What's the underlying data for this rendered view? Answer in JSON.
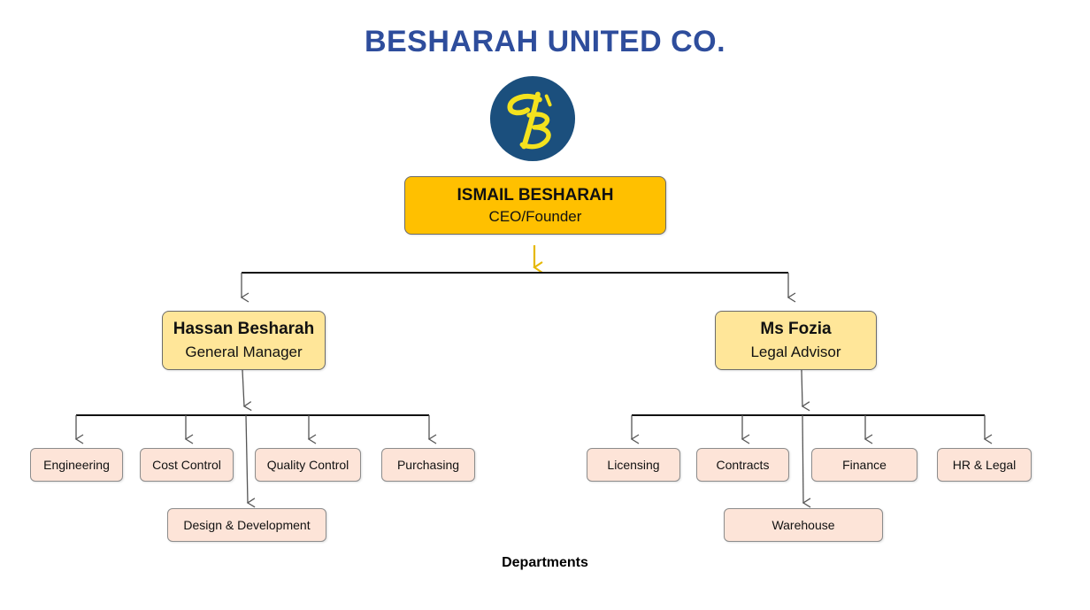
{
  "company_name": "BESHARAH UNITED CO.",
  "colors": {
    "title": "#2e4d9c",
    "ceo_box": "#ffc000",
    "manager_box": "#ffe699",
    "department_box": "#fde4d8",
    "logo_circle": "#1b4f7d",
    "logo_letter": "#f4e21e",
    "connector": "#555555",
    "ceo_arrow": "#e6b800"
  },
  "logo": {
    "icon": "cb-monogram-logo-icon"
  },
  "ceo": {
    "name": "ISMAIL BESHARAH",
    "role": "CEO/Founder"
  },
  "managers": [
    {
      "name": "Hassan Besharah",
      "role": "General Manager",
      "departments": [
        "Engineering",
        "Cost Control",
        "Quality Control",
        "Purchasing",
        "Design & Development"
      ]
    },
    {
      "name": "Ms Fozia",
      "role": "Legal Advisor",
      "departments": [
        "Licensing",
        "Contracts",
        "Finance",
        "HR & Legal",
        "Warehouse"
      ]
    }
  ],
  "footer_label": "Departments"
}
